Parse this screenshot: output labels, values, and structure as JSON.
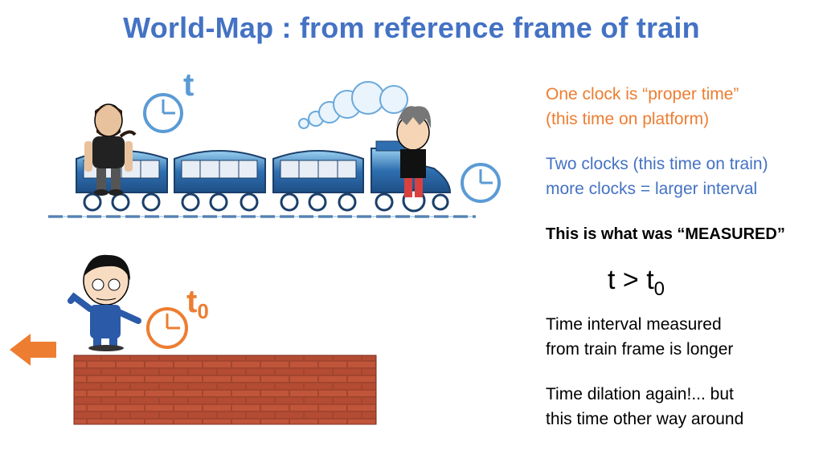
{
  "title": "World-Map  :  from reference frame of train",
  "labels": {
    "t_train": "t",
    "t0_base": "t",
    "t0_sub": "0"
  },
  "text": {
    "proper_time_line1": "One clock is “proper time”",
    "proper_time_line2": "(this time on platform)",
    "two_clocks_line1": "Two clocks (this time on train)",
    "two_clocks_line2": "more clocks = larger interval",
    "measured": "This is what was “MEASURED”",
    "eq_lhs": "t > t",
    "eq_sub": "0",
    "interval_line1": "Time interval measured",
    "interval_line2": "from train frame is longer",
    "dilation_line1": "Time dilation again!... but",
    "dilation_line2": "this time other way around"
  },
  "colors": {
    "title": "#4472c4",
    "orange": "#ed7d31",
    "blue": "#4472c4",
    "clock_blue": "#5b9bd5",
    "train_body": "#2f5f9a",
    "train_light": "#7fb7e6",
    "brick": "#b5482f"
  },
  "icons": [
    "clock-icon",
    "clock-icon",
    "clock-icon",
    "left-arrow-icon",
    "train-icon",
    "brick-wall-icon",
    "person-icon"
  ]
}
